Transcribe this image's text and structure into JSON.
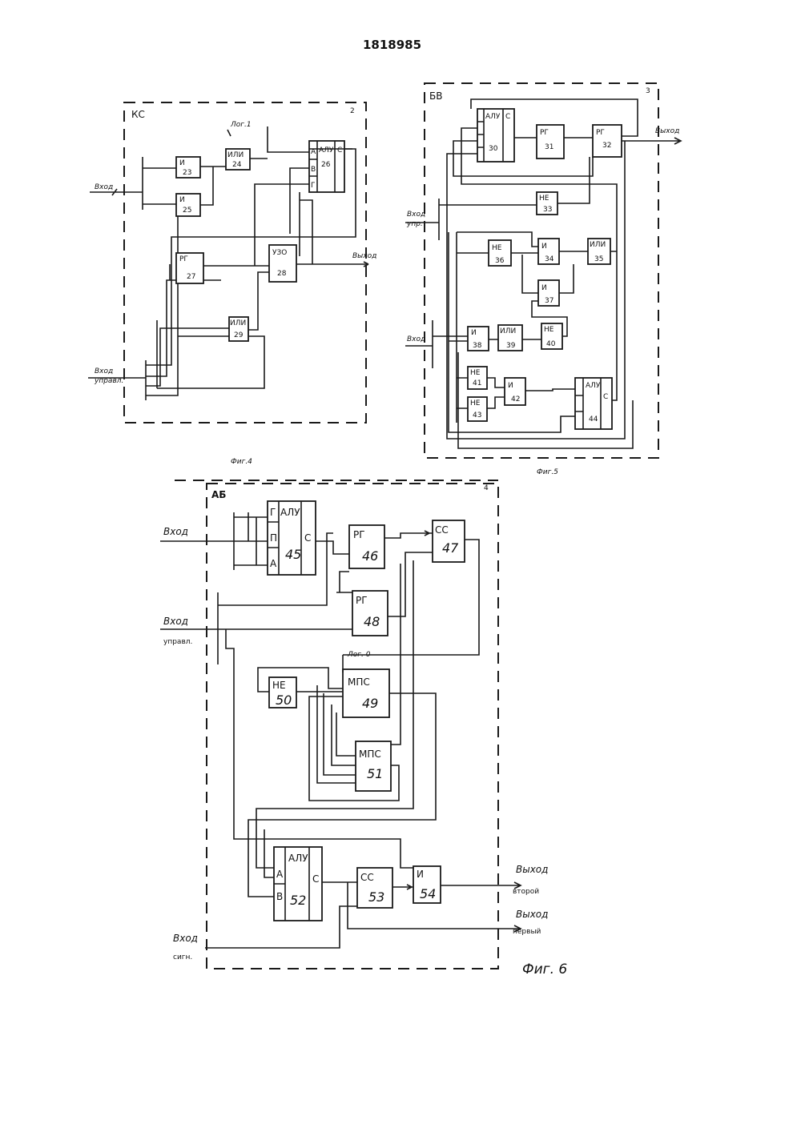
{
  "document": {
    "number": "1818985"
  },
  "fig4": {
    "caption": "Фиг.4",
    "unit": "КС",
    "unit_num": "2",
    "in_data": "Вход",
    "in_ctrl_1": "Вход",
    "in_ctrl_2": "управл.",
    "out": "Выход",
    "const": "Лог.1",
    "b23": {
      "name": "И",
      "num": "23"
    },
    "b24": {
      "name": "ИЛИ",
      "num": "24"
    },
    "b25": {
      "name": "И",
      "num": "25"
    },
    "b26": {
      "name": "АЛУ",
      "num": "26",
      "pa": "А",
      "pb": "В",
      "pr": "Г",
      "pc": "С"
    },
    "b27": {
      "name": "РГ",
      "num": "27"
    },
    "b28": {
      "name": "УЗО",
      "num": "28"
    },
    "b29": {
      "name": "ИЛИ",
      "num": "29"
    }
  },
  "fig5": {
    "caption": "Фиг.5",
    "unit": "БВ",
    "unit_num": "3",
    "in_ctrl_1": "Вход",
    "in_ctrl_2": "упр.",
    "in_data": "Вход",
    "out": "Выход",
    "b30": {
      "name": "АЛУ",
      "num": "30",
      "pc": "С"
    },
    "b31": {
      "name": "РГ",
      "num": "31"
    },
    "b32": {
      "name": "РГ",
      "num": "32"
    },
    "b33": {
      "name": "НЕ",
      "num": "33"
    },
    "b34": {
      "name": "И",
      "num": "34"
    },
    "b35": {
      "name": "ИЛИ",
      "num": "35"
    },
    "b36": {
      "name": "НЕ",
      "num": "36"
    },
    "b37": {
      "name": "И",
      "num": "37"
    },
    "b38": {
      "name": "И",
      "num": "38"
    },
    "b39": {
      "name": "ИЛИ",
      "num": "39"
    },
    "b40": {
      "name": "НЕ",
      "num": "40"
    },
    "b41": {
      "name": "НЕ",
      "num": "41"
    },
    "b42": {
      "name": "И",
      "num": "42"
    },
    "b43": {
      "name": "НЕ",
      "num": "43"
    },
    "b44": {
      "name": "АЛУ",
      "num": "44",
      "pc": "С"
    }
  },
  "fig6": {
    "caption": "Фиг. 6",
    "unit": "АБ",
    "unit_num": "4",
    "in_data": "Вход",
    "in_ctrl_1": "Вход",
    "in_ctrl_2": "управл.",
    "in_sig_1": "Вход",
    "in_sig_2": "сигн.",
    "out2_1": "Выход",
    "out2_2": "второй",
    "out1_1": "Выход",
    "out1_2": "первый",
    "const": "Лог. 0",
    "b45": {
      "name": "АЛУ",
      "num": "45",
      "p1": "Г",
      "p2": "П",
      "p3": "А",
      "pc": "С"
    },
    "b46": {
      "name": "РГ",
      "num": "46"
    },
    "b47": {
      "name": "СС",
      "num": "47"
    },
    "b48": {
      "name": "РГ",
      "num": "48"
    },
    "b49": {
      "name": "МПС",
      "num": "49"
    },
    "b50": {
      "name": "НЕ",
      "num": "50"
    },
    "b51": {
      "name": "МПС",
      "num": "51"
    },
    "b52": {
      "name": "АЛУ",
      "num": "52",
      "pa": "А",
      "pb": "В",
      "pc": "С"
    },
    "b53": {
      "name": "СС",
      "num": "53"
    },
    "b54": {
      "name": "И",
      "num": "54"
    }
  }
}
